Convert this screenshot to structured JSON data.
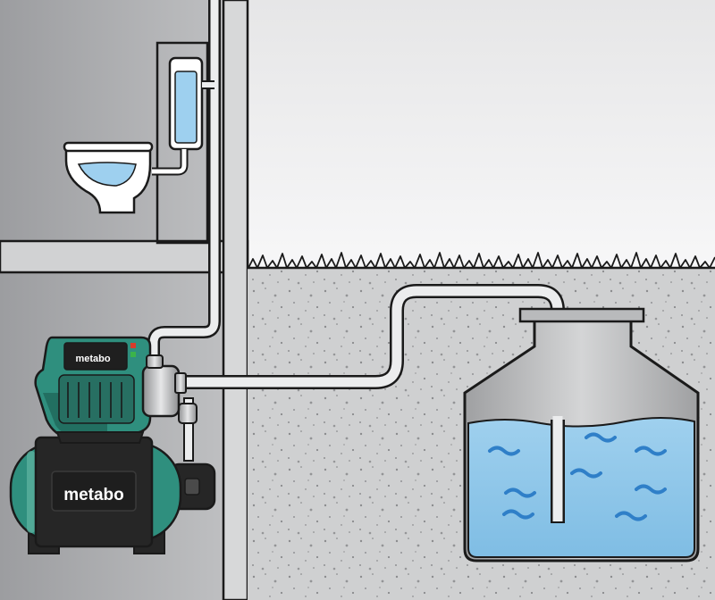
{
  "pump": {
    "display_brand": "metabo",
    "tank_brand": "metabo"
  },
  "colors": {
    "wall": "#c9cacb",
    "room_upper": "#aeafb1",
    "room_lower": "#a2a3a5",
    "ground": "#cfd0d1",
    "sky": "#f2f2f3",
    "water": "#8fc6e8",
    "wave": "#2f7fc8",
    "pump_green": "#2f8f7e",
    "pump_dark": "#1d1d1d",
    "pipe": "#e9eaeb",
    "outline": "#1a1a1a"
  },
  "icons": [
    "toilet-bowl",
    "cistern-tank",
    "pump-unit",
    "pressure-tank",
    "motor",
    "pipe",
    "rainwater-cistern",
    "grass"
  ]
}
